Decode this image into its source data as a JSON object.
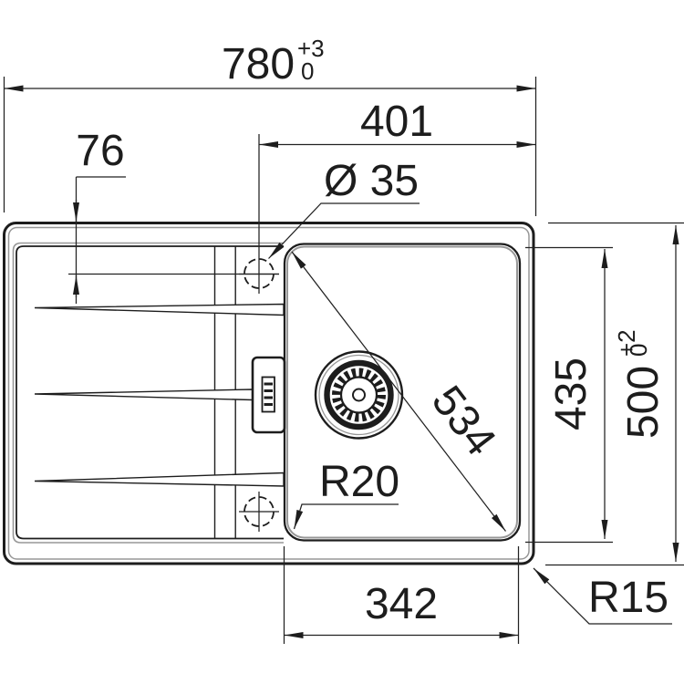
{
  "drawing": {
    "type": "sink-installation-dimension-drawing",
    "labels": {
      "overall_width": "780",
      "overall_width_tol_plus": "+3",
      "overall_width_tol_minus": "0",
      "faucet_offset": "401",
      "faucet_hole_diameter": "Ø 35",
      "edge_offset": "76",
      "bowl_diagonal": "534",
      "bowl_length": "435",
      "overall_depth": "500",
      "overall_depth_tol_plus": "+2",
      "overall_depth_tol_minus": "0",
      "bowl_corner_radius": "R20",
      "bowl_width": "342",
      "rim_corner_radius": "R15"
    },
    "colors": {
      "line": "#1d1d1d",
      "shadow": "#979797",
      "background": "#ffffff"
    }
  }
}
